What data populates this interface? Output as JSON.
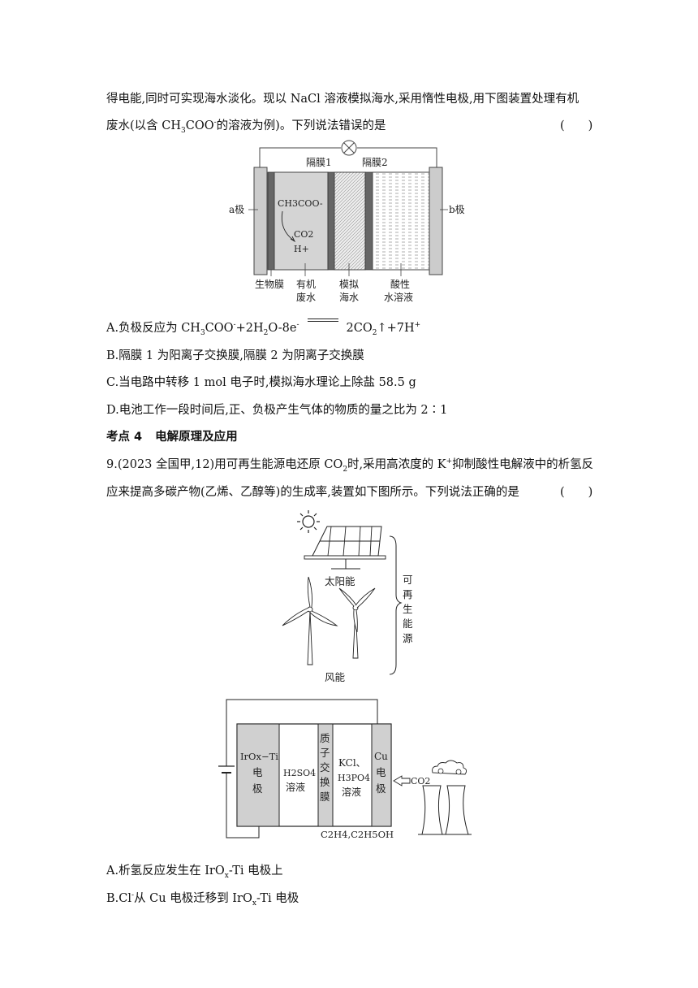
{
  "intro": {
    "line1": "得电能,同时可实现海水淡化。现以 NaCl 溶液模拟海水,采用惰性电极,用下图装置处理有机",
    "line2_a": "废水(以含 CH",
    "line2_sub": "3",
    "line2_b": "COO",
    "line2_sup": "-",
    "line2_c": "的溶液为例)。下列说法错误的是",
    "answer_paren": "(　　)"
  },
  "figure1": {
    "label_membrane1": "隔膜1",
    "label_membrane2": "隔膜2",
    "label_a": "a极",
    "label_b": "b极",
    "ion_acetate": "CH3COO-",
    "ion_co2": "CO2",
    "ion_h": "H+",
    "label_biofilm": "生物膜",
    "label_waste_1": "有机",
    "label_waste_2": "废水",
    "label_sea_1": "模拟",
    "label_sea_2": "海水",
    "label_acid_1": "酸性",
    "label_acid_2": "水溶液"
  },
  "q8_options": {
    "A_pre": "A.负极反应为 CH",
    "A_s1": "3",
    "A_m1": "COO",
    "A_sup1": "-",
    "A_m2": "+2H",
    "A_s2": "2",
    "A_m3": "O-8e",
    "A_sup2": "-",
    "A_r1": "2CO",
    "A_s3": "2",
    "A_r2": "↑+7H",
    "A_sup3": "+",
    "B": "B.隔膜 1 为阳离子交换膜,隔膜 2 为阴离子交换膜",
    "C": "C.当电路中转移 1 mol 电子时,模拟海水理论上除盐 58.5 g",
    "D": "D.电池工作一段时间后,正、负极产生气体的物质的量之比为 2∶1"
  },
  "section": {
    "label": "考点 4",
    "title": "电解原理及应用"
  },
  "q9": {
    "line1_a": "9.(2023 全国甲,12)用可再生能源电还原 CO",
    "line1_sub": "2",
    "line1_b": "时,采用高浓度的 K",
    "line1_sup": "+",
    "line1_c": "抑制酸性电解液中的析氢反",
    "line2": "应来提高多碳产物(乙烯、乙醇等)的生成率,装置如下图所示。下列说法正确的是",
    "answer_paren": "(　　)"
  },
  "figure2": {
    "solar_label": "太阳能",
    "wind_label": "风能",
    "renewable_chars": [
      "可",
      "再",
      "生",
      "能",
      "源"
    ]
  },
  "figure3": {
    "anode_1": "IrOx−Ti",
    "anode_2": "电",
    "anode_3": "极",
    "h2so4_1": "H2SO4",
    "h2so4_2": "溶液",
    "pem_chars": [
      "质",
      "子",
      "交",
      "换",
      "膜"
    ],
    "kcl_1": "KCl、",
    "kcl_2": "H3PO4",
    "kcl_3": "溶液",
    "cu_1": "Cu",
    "cu_2": "电",
    "cu_3": "极",
    "co2_label": "CO2",
    "products": "C2H4,C2H5OH"
  },
  "q9_options": {
    "A_pre": "A.析氢反应发生在 IrO",
    "A_sub": "x",
    "A_post": "-Ti 电极上",
    "B_pre": "B.Cl",
    "B_sup": "-",
    "B_mid": "从 Cu 电极迁移到 IrO",
    "B_sub": "x",
    "B_post": "-Ti 电极"
  }
}
